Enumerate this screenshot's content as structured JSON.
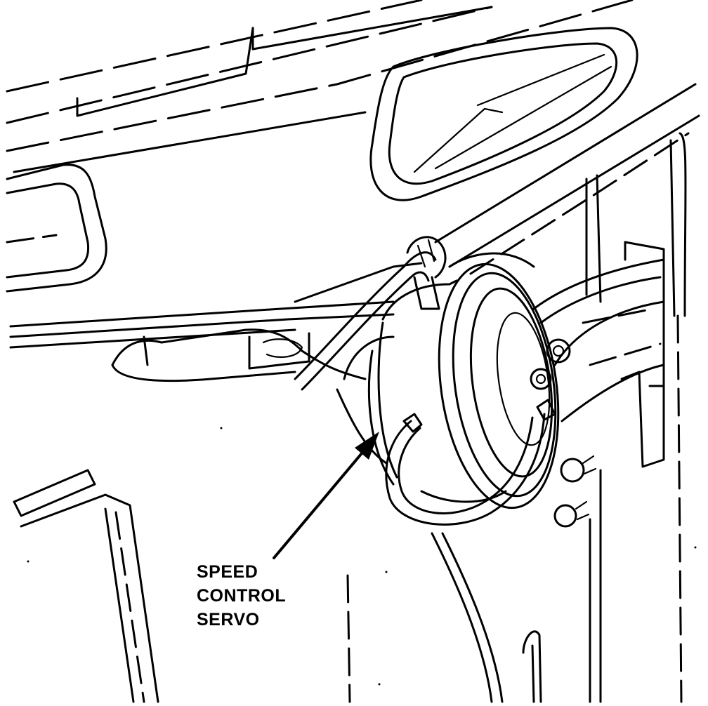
{
  "diagram": {
    "callout": {
      "lines": [
        "SPEED",
        "CONTROL",
        "SERVO"
      ]
    },
    "stroke_color": "#000000",
    "background_color": "#ffffff"
  }
}
